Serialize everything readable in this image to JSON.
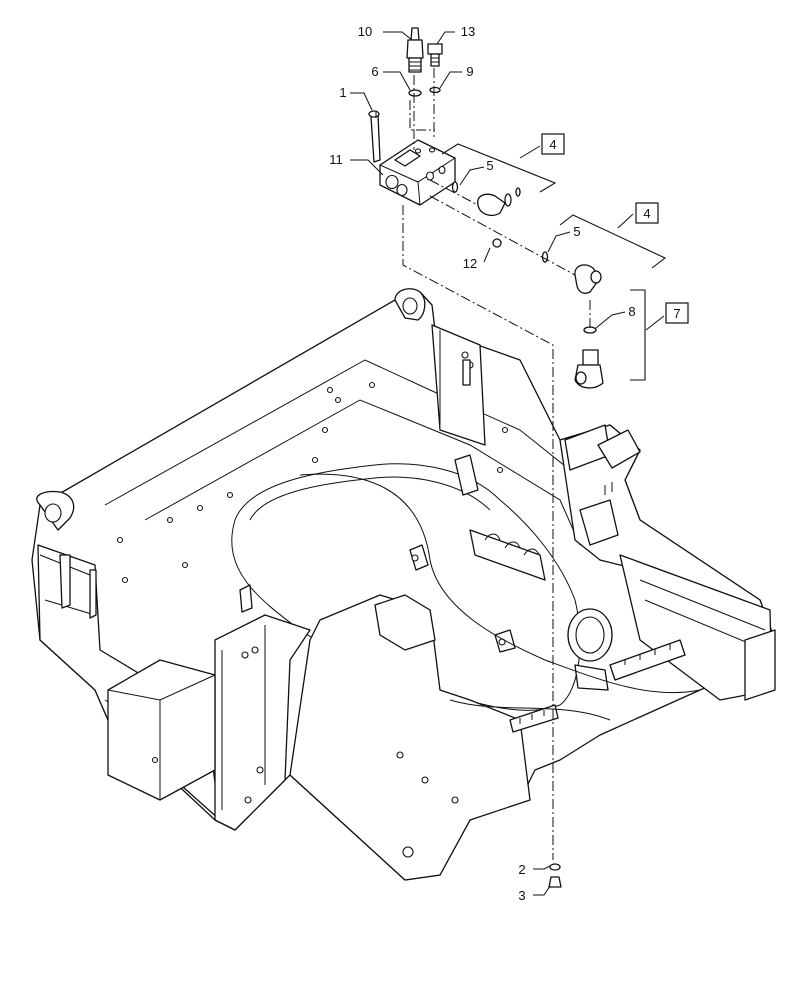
{
  "callouts": [
    {
      "id": "c1",
      "label": "1"
    },
    {
      "id": "c2",
      "label": "2"
    },
    {
      "id": "c3",
      "label": "3"
    },
    {
      "id": "c4a",
      "label": "4"
    },
    {
      "id": "c4b",
      "label": "4"
    },
    {
      "id": "c5a",
      "label": "5"
    },
    {
      "id": "c5b",
      "label": "5"
    },
    {
      "id": "c6",
      "label": "6"
    },
    {
      "id": "c7",
      "label": "7"
    },
    {
      "id": "c8",
      "label": "8"
    },
    {
      "id": "c9",
      "label": "9"
    },
    {
      "id": "c10",
      "label": "10"
    },
    {
      "id": "c11",
      "label": "11"
    },
    {
      "id": "c12",
      "label": "12"
    },
    {
      "id": "c13",
      "label": "13"
    }
  ],
  "colors": {
    "line": "#111111",
    "background": "#ffffff"
  }
}
